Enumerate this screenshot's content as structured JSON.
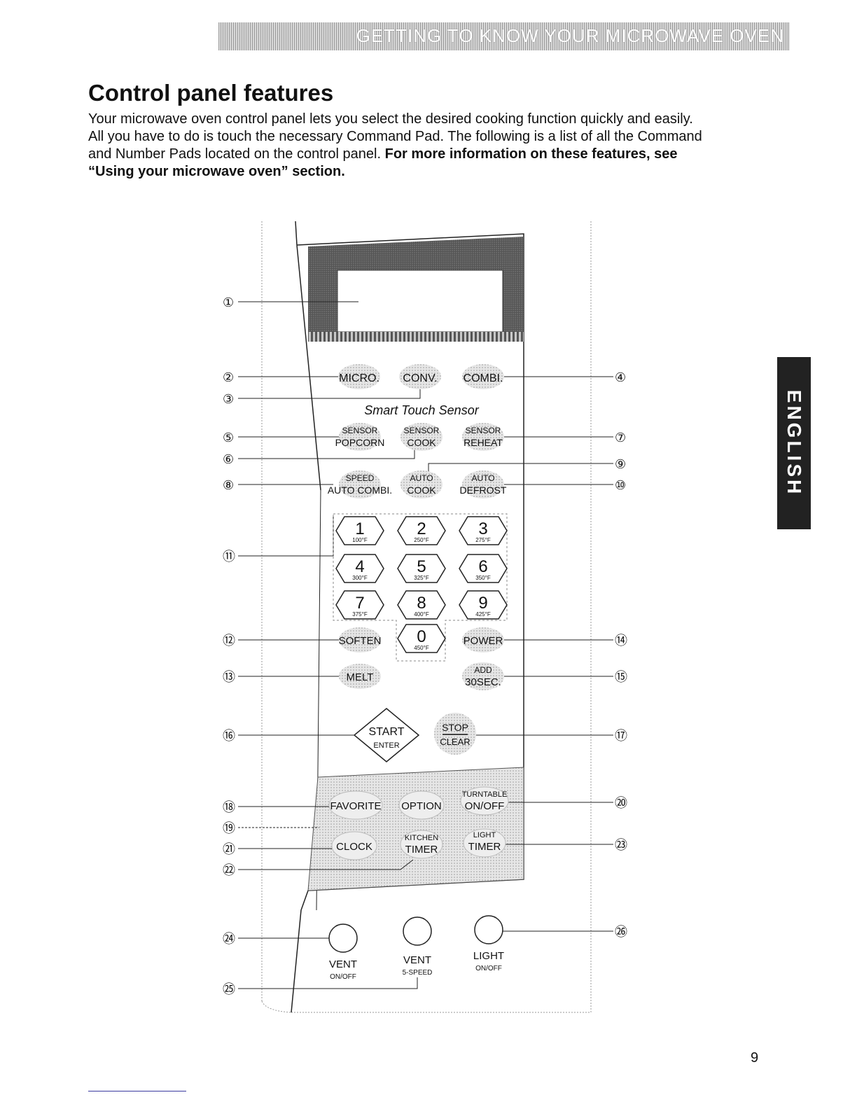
{
  "header": {
    "banner_text": "GETTING TO KNOW YOUR MICROWAVE OVEN"
  },
  "section": {
    "title": "Control panel features",
    "intro_line1": "Your microwave oven control panel lets you select the desired cooking function quickly and easily.",
    "intro_line2": "All you have to do is touch the necessary Command Pad. The following is a list of all the Command",
    "intro_line3a": "and Number Pads located on the control panel. ",
    "intro_line3b": "For more information on these features, see",
    "intro_line4": "“Using your microwave oven” section."
  },
  "side_tab": {
    "label": "ENGLISH"
  },
  "panel": {
    "callouts": [
      "①",
      "②",
      "③",
      "④",
      "⑤",
      "⑥",
      "⑦",
      "⑧",
      "⑨",
      "⑩",
      "⑪",
      "⑫",
      "⑬",
      "⑭",
      "⑮",
      "⑯",
      "⑰",
      "⑱",
      "⑲",
      "⑳",
      "㉑",
      "㉒",
      "㉓",
      "㉔",
      "㉕",
      "㉖"
    ],
    "pads": {
      "micro": "MICRO.",
      "conv": "CONV.",
      "combi": "COMBI.",
      "smart_touch": "Smart Touch Sensor",
      "sensor": "SENSOR",
      "popcorn": "POPCORN",
      "cook": "COOK",
      "reheat": "REHEAT",
      "speed": "SPEED",
      "auto_combi": "AUTO COMBI.",
      "auto": "AUTO",
      "defrost": "DEFROST",
      "soften": "SOFTEN",
      "melt": "MELT",
      "power": "POWER",
      "add": "ADD",
      "thirty_sec": "30SEC.",
      "start": "START",
      "enter": "ENTER",
      "stop": "STOP",
      "clear": "CLEAR",
      "favorite": "FAVORITE",
      "option": "OPTION",
      "turntable": "TURNTABLE",
      "on_off": "ON/OFF",
      "clock": "CLOCK",
      "kitchen": "KITCHEN",
      "timer": "TIMER",
      "light": "LIGHT",
      "vent": "VENT",
      "vent_onoff": "ON/OFF",
      "vent_speed": "5-SPEED",
      "light_onoff": "ON/OFF"
    },
    "number_pads": [
      {
        "digit": "1",
        "temp": "100°F"
      },
      {
        "digit": "2",
        "temp": "250°F"
      },
      {
        "digit": "3",
        "temp": "275°F"
      },
      {
        "digit": "4",
        "temp": "300°F"
      },
      {
        "digit": "5",
        "temp": "325°F"
      },
      {
        "digit": "6",
        "temp": "350°F"
      },
      {
        "digit": "7",
        "temp": "375°F"
      },
      {
        "digit": "8",
        "temp": "400°F"
      },
      {
        "digit": "9",
        "temp": "425°F"
      },
      {
        "digit": "0",
        "temp": "450°F"
      }
    ]
  },
  "footer": {
    "page_number": "9"
  }
}
